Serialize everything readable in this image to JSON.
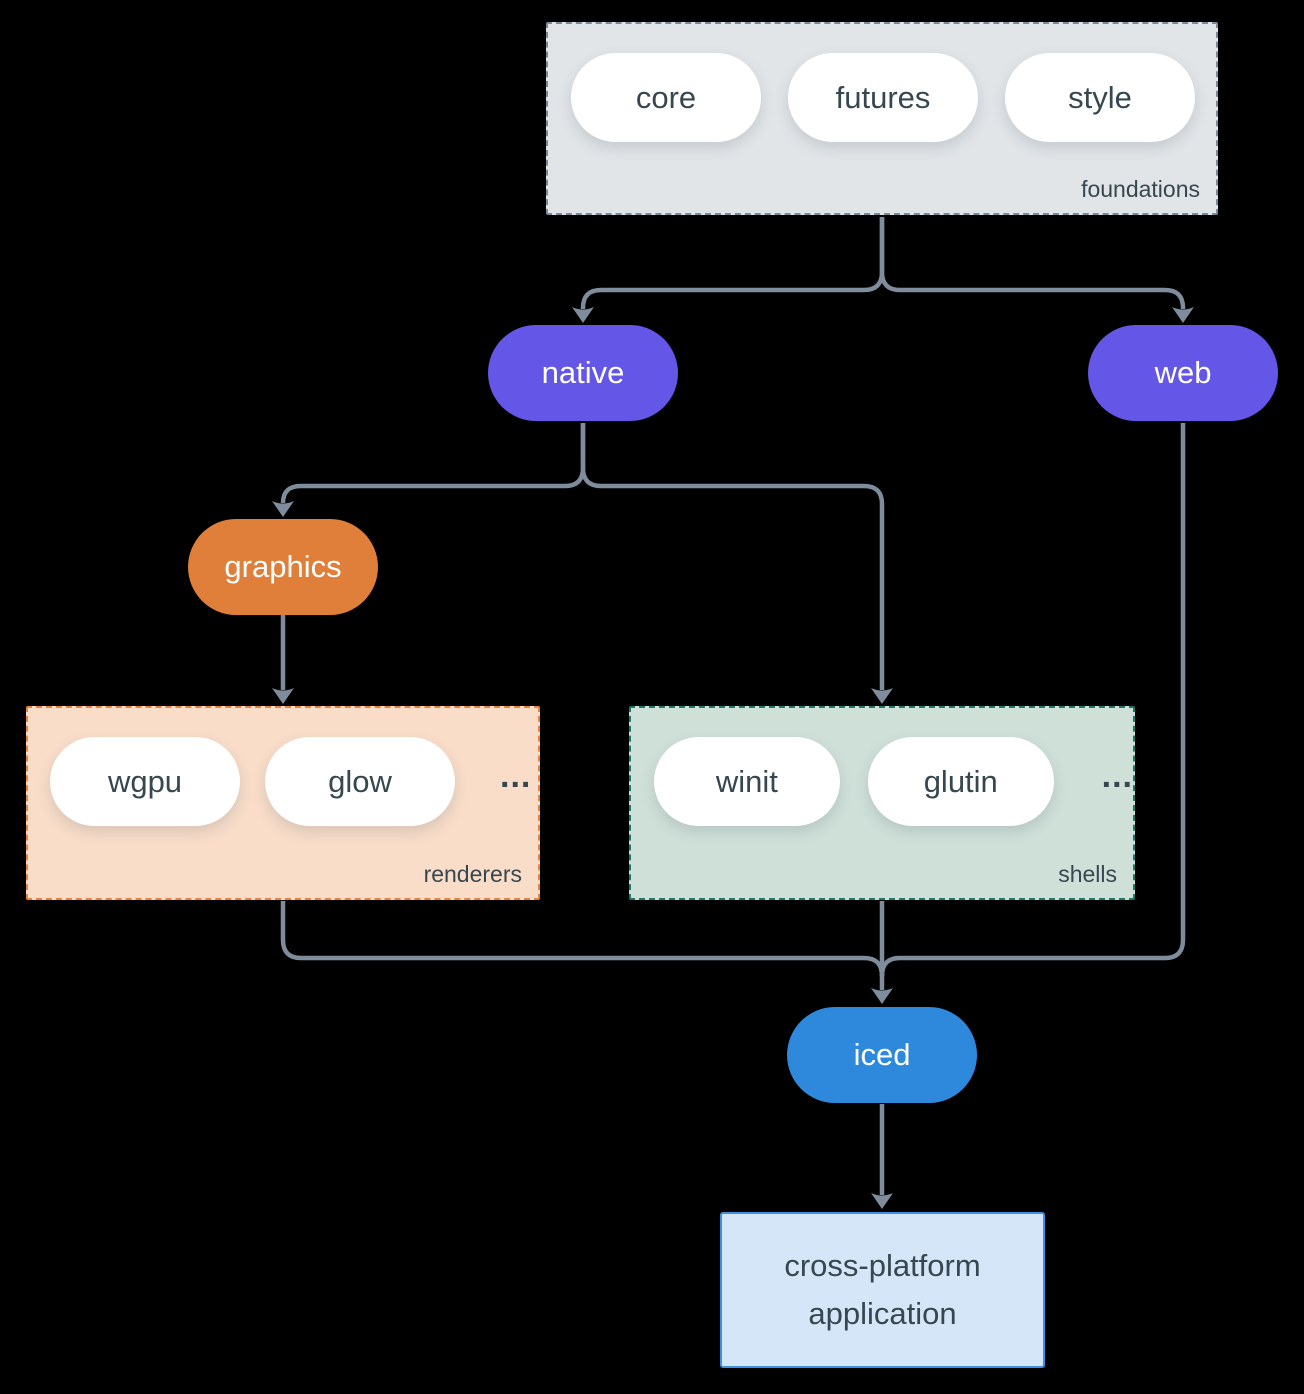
{
  "colors": {
    "background": "#000000",
    "arrow": "#7e8c9c",
    "text-dark": "#37474f",
    "pill-white": "#ffffff",
    "purple": "#6456e6",
    "orange": "#e07f3a",
    "blue": "#2e89dc",
    "foundations-bg": "#e1e5e8",
    "foundations-border": "#7a8a99",
    "renderers-bg": "#f9ddc9",
    "renderers-border": "#e8833e",
    "shells-bg": "#cfe0d9",
    "shells-border": "#1e7a68",
    "app-bg": "#d5e6f8",
    "app-border": "#3f8fe2"
  },
  "groups": {
    "foundations": {
      "label": "foundations",
      "pills": [
        "core",
        "futures",
        "style"
      ]
    },
    "renderers": {
      "label": "renderers",
      "pills": [
        "wgpu",
        "glow"
      ],
      "more": "..."
    },
    "shells": {
      "label": "shells",
      "pills": [
        "winit",
        "glutin"
      ],
      "more": "..."
    }
  },
  "nodes": {
    "native": {
      "label": "native"
    },
    "web": {
      "label": "web"
    },
    "graphics": {
      "label": "graphics"
    },
    "iced": {
      "label": "iced"
    },
    "application": {
      "label": "cross-platform application"
    }
  }
}
